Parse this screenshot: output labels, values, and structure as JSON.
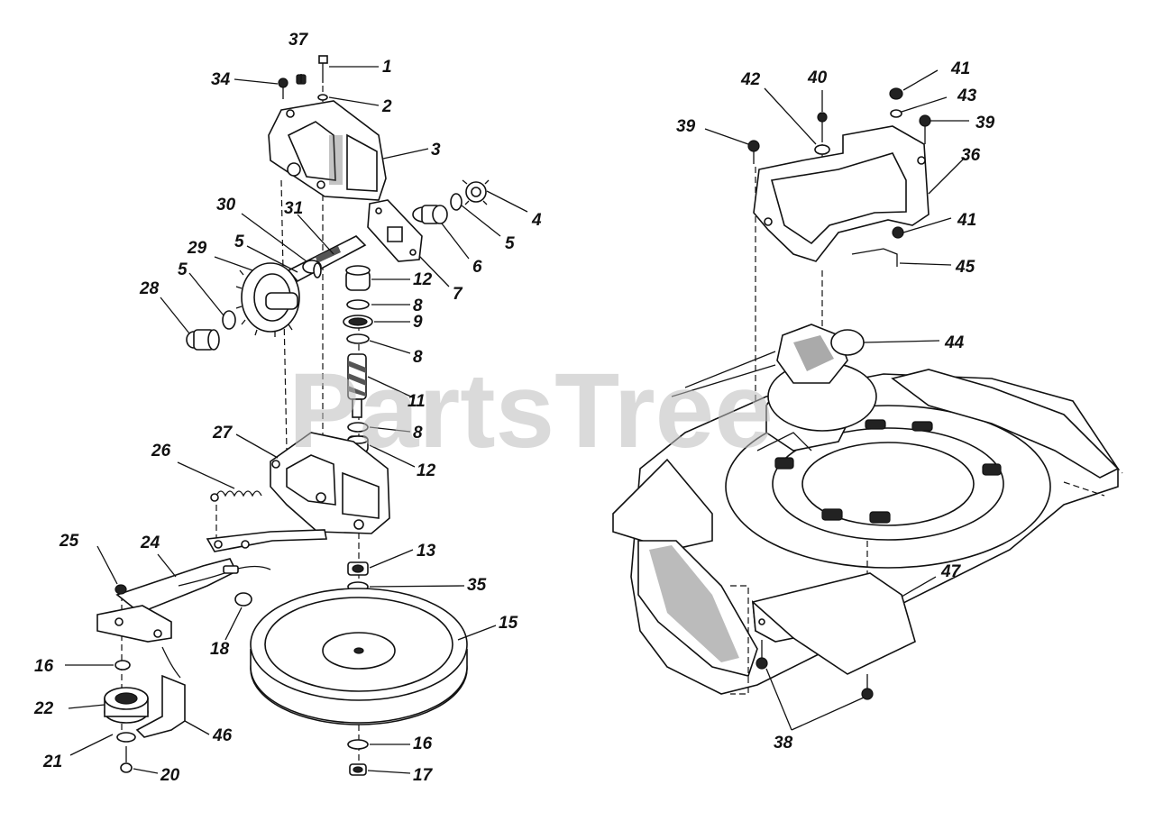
{
  "watermark": "PartsTree",
  "callouts": [
    {
      "id": "c1",
      "text": "1"
    },
    {
      "id": "c2",
      "text": "2"
    },
    {
      "id": "c3",
      "text": "3"
    },
    {
      "id": "c4",
      "text": "4"
    },
    {
      "id": "c5a",
      "text": "5"
    },
    {
      "id": "c5b",
      "text": "5"
    },
    {
      "id": "c5c",
      "text": "5"
    },
    {
      "id": "c6",
      "text": "6"
    },
    {
      "id": "c7",
      "text": "7"
    },
    {
      "id": "c8a",
      "text": "8"
    },
    {
      "id": "c8b",
      "text": "8"
    },
    {
      "id": "c8c",
      "text": "8"
    },
    {
      "id": "c9",
      "text": "9"
    },
    {
      "id": "c11",
      "text": "11"
    },
    {
      "id": "c12a",
      "text": "12"
    },
    {
      "id": "c12b",
      "text": "12"
    },
    {
      "id": "c13",
      "text": "13"
    },
    {
      "id": "c15",
      "text": "15"
    },
    {
      "id": "c16a",
      "text": "16"
    },
    {
      "id": "c16b",
      "text": "16"
    },
    {
      "id": "c17",
      "text": "17"
    },
    {
      "id": "c18",
      "text": "18"
    },
    {
      "id": "c20",
      "text": "20"
    },
    {
      "id": "c21",
      "text": "21"
    },
    {
      "id": "c22",
      "text": "22"
    },
    {
      "id": "c24",
      "text": "24"
    },
    {
      "id": "c25",
      "text": "25"
    },
    {
      "id": "c26",
      "text": "26"
    },
    {
      "id": "c27",
      "text": "27"
    },
    {
      "id": "c28",
      "text": "28"
    },
    {
      "id": "c29",
      "text": "29"
    },
    {
      "id": "c30",
      "text": "30"
    },
    {
      "id": "c31",
      "text": "31"
    },
    {
      "id": "c34",
      "text": "34"
    },
    {
      "id": "c35",
      "text": "35"
    },
    {
      "id": "c36",
      "text": "36"
    },
    {
      "id": "c37",
      "text": "37"
    },
    {
      "id": "c38",
      "text": "38"
    },
    {
      "id": "c39a",
      "text": "39"
    },
    {
      "id": "c39b",
      "text": "39"
    },
    {
      "id": "c40",
      "text": "40"
    },
    {
      "id": "c41a",
      "text": "41"
    },
    {
      "id": "c41b",
      "text": "41"
    },
    {
      "id": "c42",
      "text": "42"
    },
    {
      "id": "c43",
      "text": "43"
    },
    {
      "id": "c44",
      "text": "44"
    },
    {
      "id": "c45",
      "text": "45"
    },
    {
      "id": "c46",
      "text": "46"
    },
    {
      "id": "c47",
      "text": "47"
    }
  ]
}
